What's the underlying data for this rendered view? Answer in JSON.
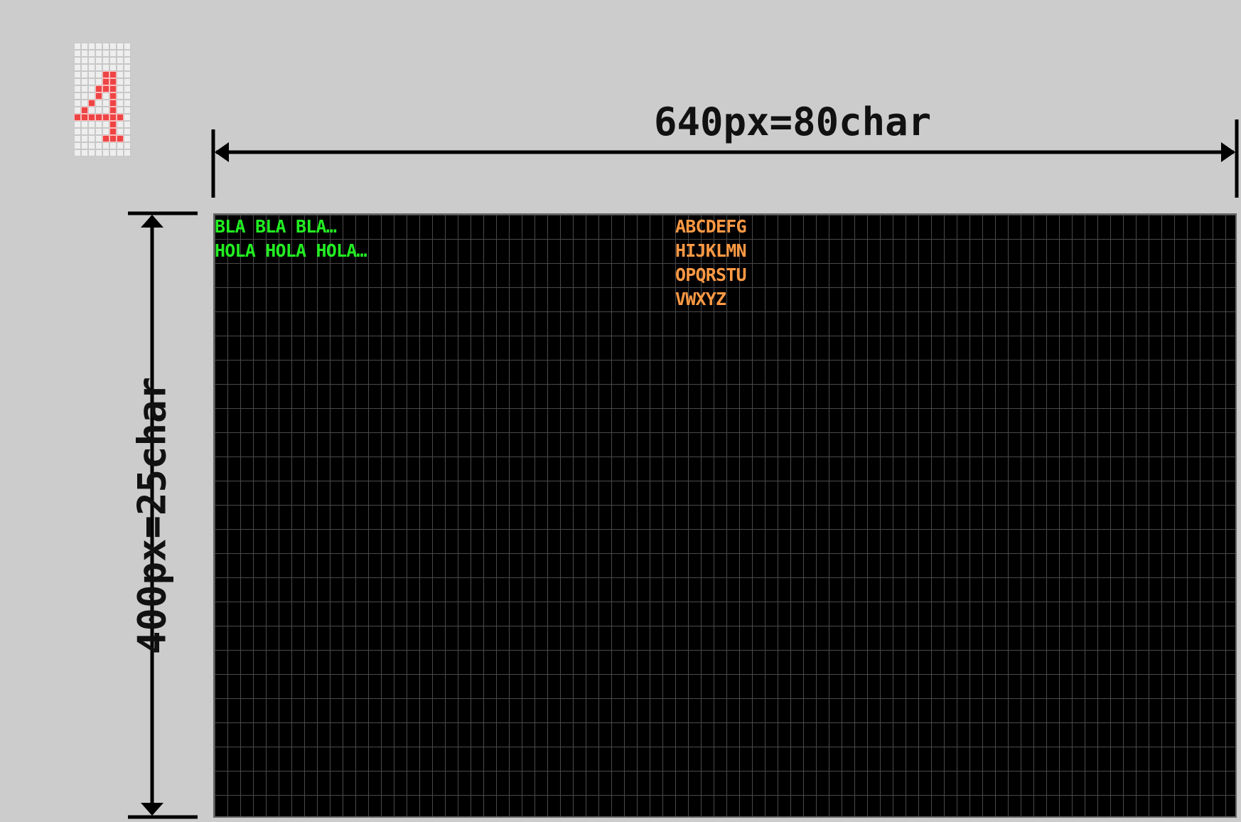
{
  "char_cell": {
    "glyph": "4",
    "cols": 8,
    "rows": 16,
    "pixel_color": "#ee4444",
    "on_pixels": [
      [
        4,
        4
      ],
      [
        5,
        4
      ],
      [
        4,
        5
      ],
      [
        5,
        5
      ],
      [
        3,
        6
      ],
      [
        4,
        6
      ],
      [
        5,
        6
      ],
      [
        3,
        7
      ],
      [
        5,
        7
      ],
      [
        2,
        8
      ],
      [
        5,
        8
      ],
      [
        1,
        9
      ],
      [
        5,
        9
      ],
      [
        0,
        10
      ],
      [
        1,
        10
      ],
      [
        2,
        10
      ],
      [
        3,
        10
      ],
      [
        4,
        10
      ],
      [
        5,
        10
      ],
      [
        6,
        10
      ],
      [
        5,
        11
      ],
      [
        5,
        12
      ],
      [
        4,
        13
      ],
      [
        5,
        13
      ],
      [
        6,
        13
      ]
    ]
  },
  "dimensions": {
    "width_label": "640px=80char",
    "height_label": "400px=25char"
  },
  "screen": {
    "columns": 80,
    "rows": 25,
    "grid_color": "#4a4a4a",
    "left_lines": [
      "BLA BLA BLA…",
      "HOLA HOLA HOLA…"
    ],
    "left_color": "#22ee22",
    "right_lines": [
      "ABCDEFG",
      "HIJKLMN",
      "OPQRSTU",
      "VWXYZ"
    ],
    "right_color": "#ff9944"
  }
}
